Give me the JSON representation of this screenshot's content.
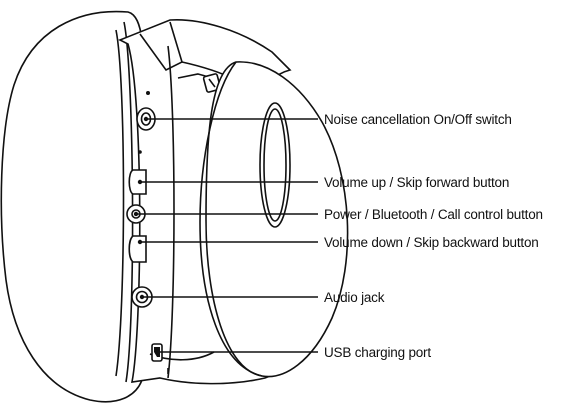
{
  "diagram": {
    "labels": {
      "noise_cancellation": "Noise cancellation On/Off switch",
      "volume_up": "Volume up / Skip forward button",
      "power": "Power / Bluetooth / Call control button",
      "volume_down": "Volume down / Skip backward button",
      "audio_jack": "Audio jack",
      "usb_port": "USB charging port"
    }
  }
}
